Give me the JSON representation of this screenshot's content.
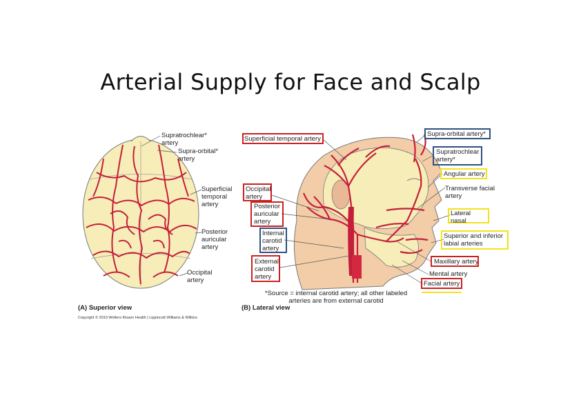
{
  "title": "Arterial Supply for Face and Scalp",
  "panel_a": {
    "caption": "(A) Superior view",
    "labels": [
      "Supratrochlear*",
      "artery",
      "Supra-orbital*",
      "artery",
      "Superficial",
      "temporal",
      "artery",
      "Posterior",
      "auricular",
      "artery",
      "Occipital",
      "artery"
    ]
  },
  "panel_b": {
    "caption": "(B) Lateral view",
    "left_labels": [
      "Superficial temporal artery",
      "Occipital",
      "artery",
      "Posterior",
      "auricular",
      "artery",
      "Internal",
      "carotid",
      "artery",
      "External",
      "carotid",
      "artery"
    ],
    "right_labels": [
      "Supra-orbital artery*",
      "Supratrochlear",
      "artery*",
      "Angular artery",
      "Transverse facial",
      "artery",
      "Lateral nasal",
      "artery",
      "Superior and inferior",
      "labial arteries",
      "Maxillary artery",
      "Mental artery",
      "Facial artery"
    ]
  },
  "source_note": [
    "*Source = internal carotid artery; all other labeled",
    "arteries are from external carotid"
  ],
  "copyright": "Copyright © 2010 Wolters Kluwer Health | Lippincott Williams & Wilkins",
  "colors": {
    "artery": "#c41e3a",
    "skull": "#f7edb8",
    "skin": "#f2cda8",
    "red_box": "#cc1f1f",
    "blue_box": "#2e4f7f",
    "yellow_box": "#f2e21b"
  }
}
